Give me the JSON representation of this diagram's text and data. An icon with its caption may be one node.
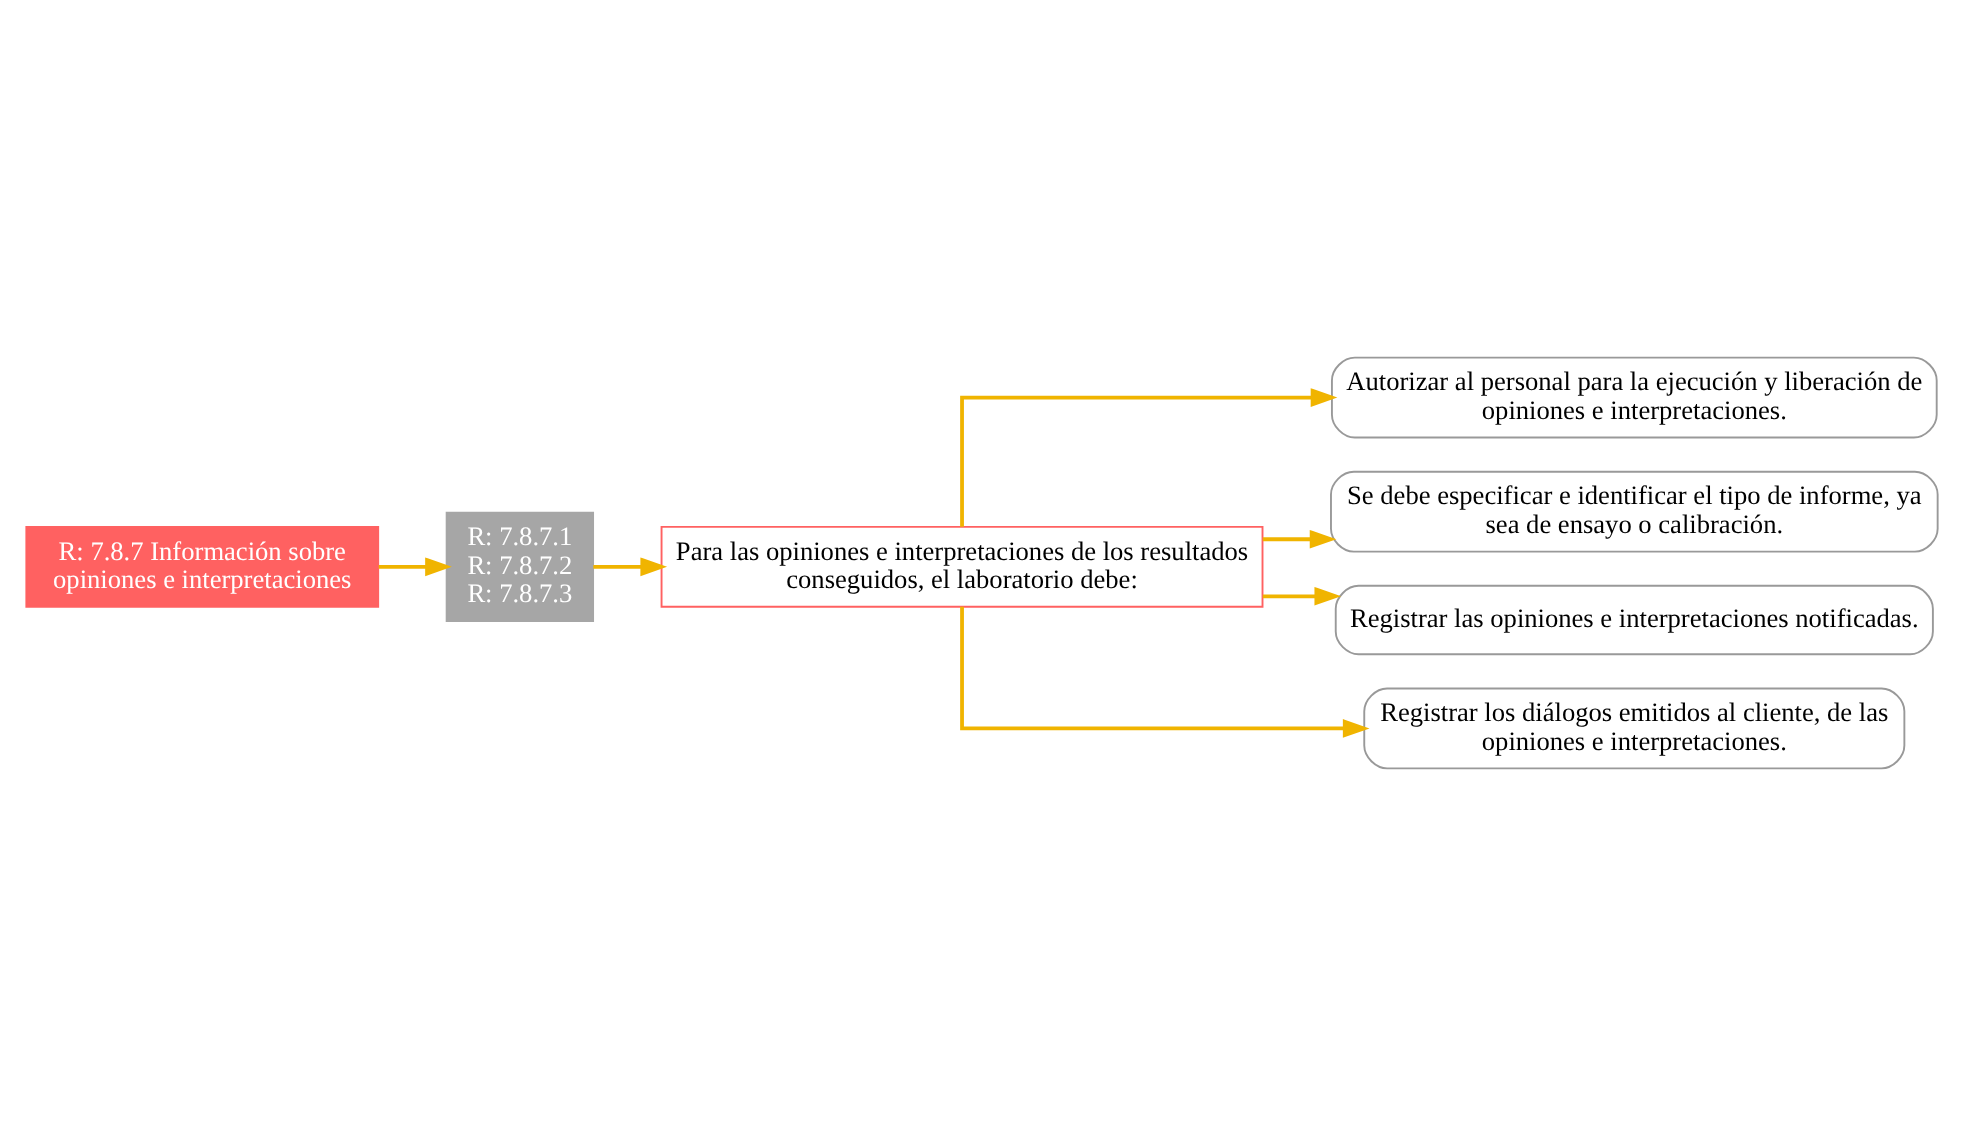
{
  "diagram": {
    "nodes": [
      {
        "text": [
          "R: 7.8.7 Información sobre opiniones e interpretaciones"
        ]
      },
      {
        "text": [
          "R: 7.8.7.1",
          "R: 7.8.7.2",
          "R: 7.8.7.3"
        ]
      },
      {
        "text": [
          "Para las opiniones e interpretaciones de los resultados conseguidos, el laboratorio debe:"
        ]
      },
      {
        "text": [
          "Autorizar al personal para la ejecución y liberación de opiniones e interpretaciones."
        ]
      },
      {
        "text": [
          "Se debe especificar e identificar el tipo de informe, ya sea de ensayo o calibración."
        ]
      },
      {
        "text": [
          "Registrar las opiniones e interpretaciones notificadas."
        ]
      },
      {
        "text": [
          "Registrar los diálogos emitidos al cliente, de las opiniones e interpretaciones."
        ]
      }
    ],
    "edges": [
      {
        "from": 0,
        "to": 1,
        "arrow": "to"
      },
      {
        "from": 1,
        "to": 2,
        "arrow": "to"
      },
      {
        "from": 2,
        "to": 3,
        "arrow": "to"
      },
      {
        "from": 2,
        "to": 4,
        "arrow": "to"
      },
      {
        "from": 2,
        "to": 5,
        "arrow": "to"
      },
      {
        "from": 2,
        "to": 6,
        "arrow": "to"
      }
    ]
  }
}
